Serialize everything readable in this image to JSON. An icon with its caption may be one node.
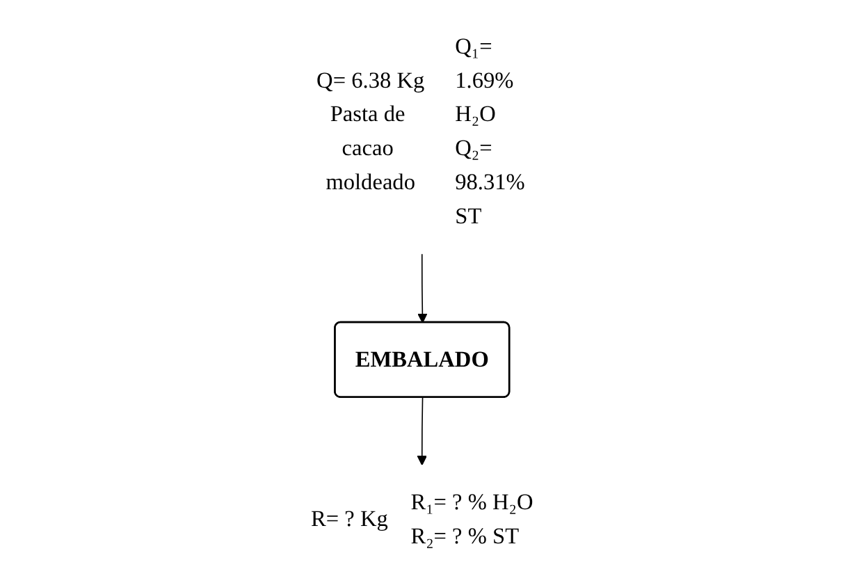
{
  "diagram": {
    "nodes": [
      {
        "text": [
          "Q= 6.38 Kg",
          "Pasta de cacao moldeado"
        ],
        "beside": [
          "Q₁= 1.69% H₂O",
          "Q₂= 98.31% ST"
        ]
      },
      {
        "text": [
          "EMBALADO"
        ]
      },
      {
        "text": [
          "R= ? Kg"
        ],
        "beside": [
          "R₁= ? % H₂O",
          "R₂= ? % ST"
        ]
      }
    ],
    "edges": [
      {
        "from": 0,
        "to": 1,
        "arrow": "to"
      },
      {
        "from": 1,
        "to": 2,
        "arrow": "to"
      }
    ]
  }
}
